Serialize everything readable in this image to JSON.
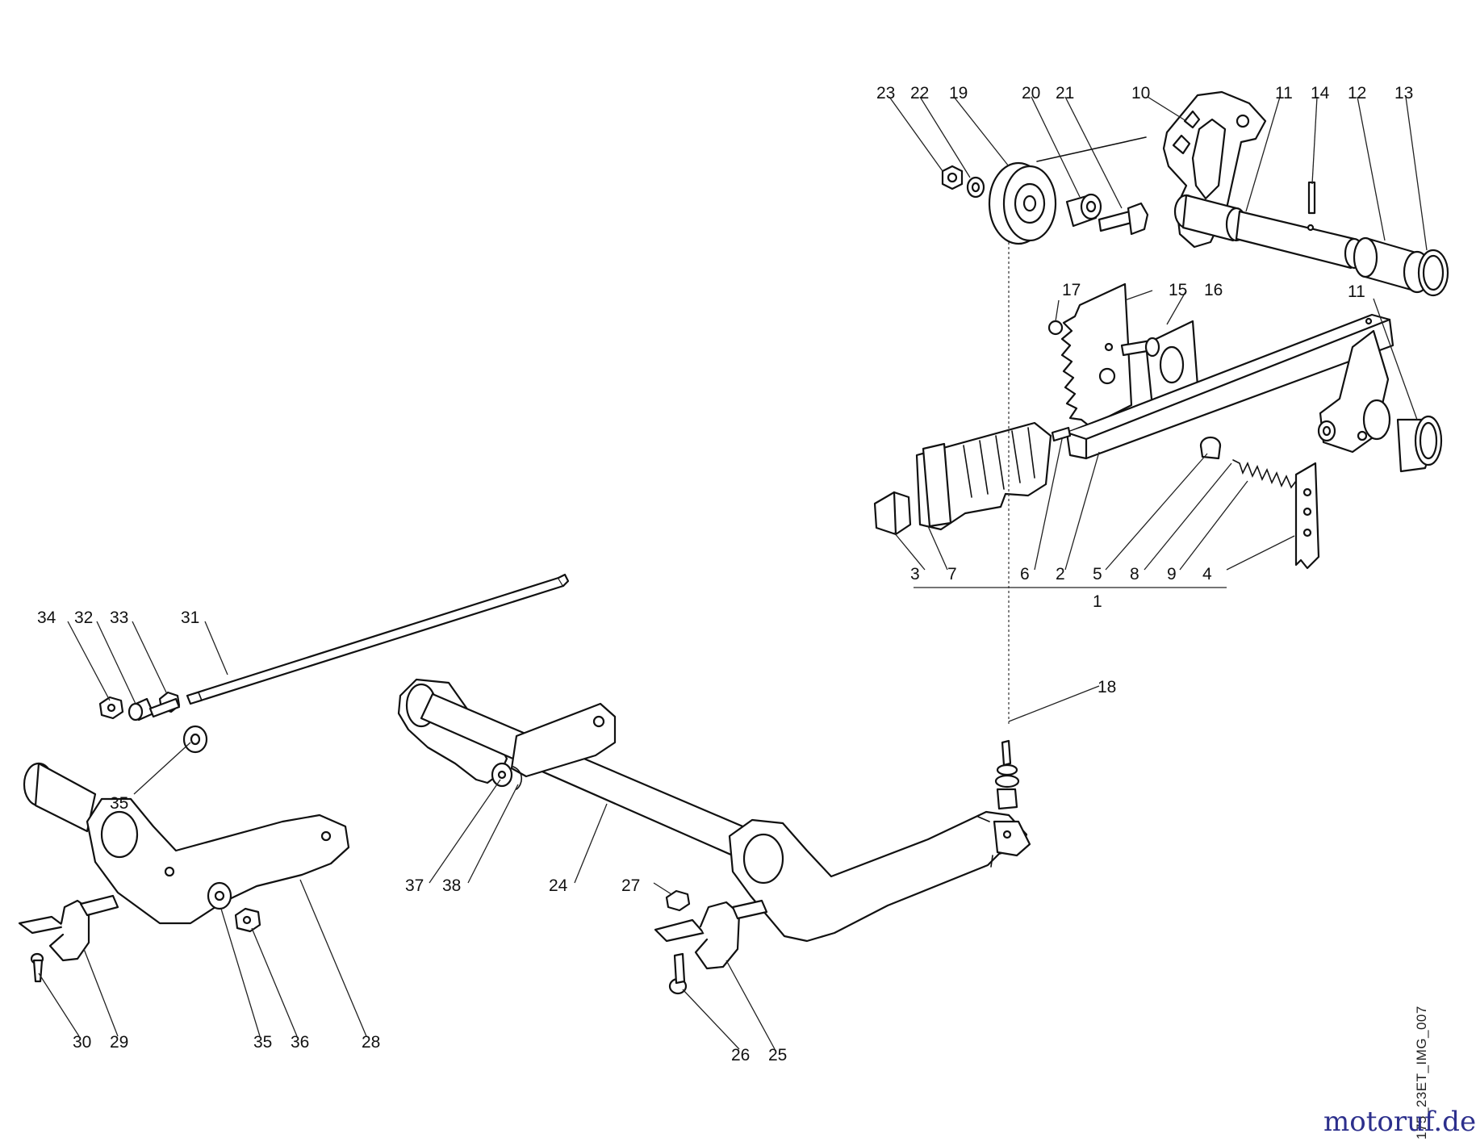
{
  "diagram": {
    "callouts": [
      "1",
      "2",
      "3",
      "4",
      "5",
      "6",
      "7",
      "8",
      "9",
      "10",
      "11",
      "12",
      "13",
      "14",
      "15",
      "16",
      "17",
      "18",
      "19",
      "20",
      "21",
      "22",
      "23",
      "24",
      "25",
      "26",
      "27",
      "28",
      "29",
      "30",
      "31",
      "32",
      "33",
      "34",
      "35",
      "36",
      "37",
      "38"
    ],
    "document_reference": "175_23ET_IMG_007",
    "watermark": "motoruf.de"
  }
}
